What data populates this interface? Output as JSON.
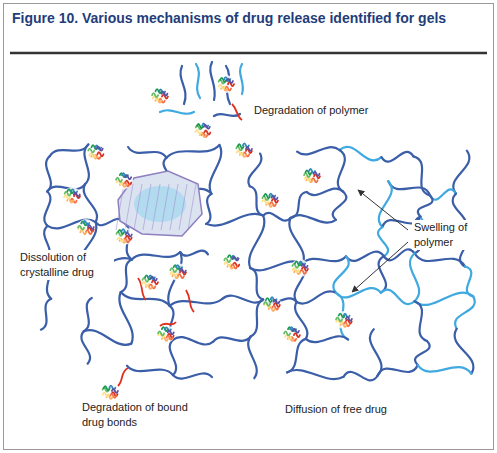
{
  "diagram": {
    "title": "Figure 10. Various mechanisms of drug release identified for gels",
    "labels": [
      "Degradation of polymer",
      "Dissolution of crystalline drug",
      "Swelling of polymer",
      "Degradation of bound drug bonds",
      "Diffusion of free drug"
    ]
  }
}
